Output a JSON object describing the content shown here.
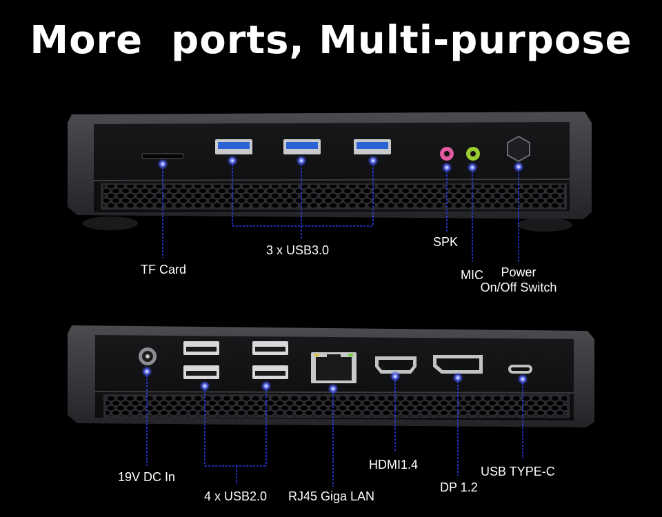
{
  "title": "More  ports, Multi-purpose",
  "front_panel": {
    "tf_card": "TF Card",
    "usb3": "3 x USB3.0",
    "spk": "SPK",
    "mic": "MIC",
    "power_line1": "Power",
    "power_line2": "On/Off Switch"
  },
  "rear_panel": {
    "dc_in": "19V DC In",
    "usb2": "4 x USB2.0",
    "rj45": "RJ45 Giga LAN",
    "hdmi": "HDMI1.4",
    "dp": "DP 1.2",
    "usb_c": "USB TYPE-C"
  },
  "colors": {
    "background": "#000000",
    "connector_line": "#2a3df0",
    "dot_glow": "#3348ff",
    "usb3_port": "#2b63d6",
    "spk_ring": "#e05aa0",
    "mic_ring": "#9acd32"
  }
}
